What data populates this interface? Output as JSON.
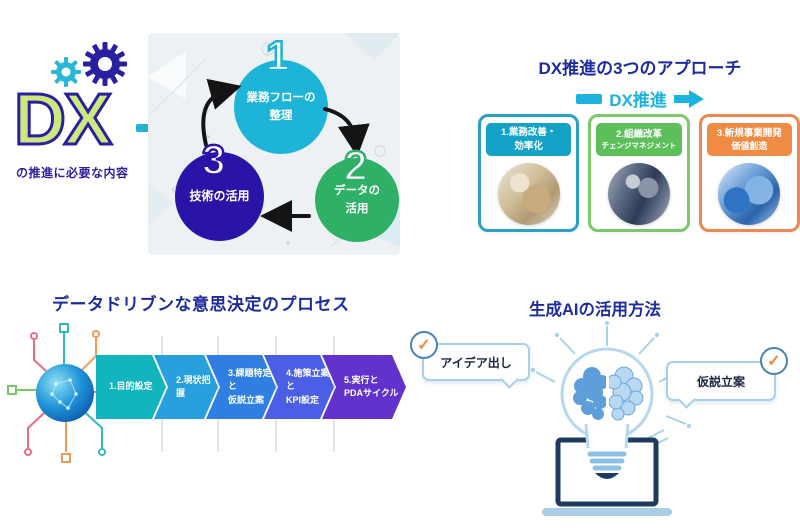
{
  "logo": {
    "title": "DX",
    "subtitle": "の推進に必要な内容",
    "letter_fill": "#cde97d",
    "outline_color": "#2a1fa0",
    "gear_small_color": "#29b6d8",
    "gear_large_color": "#2a1fa0"
  },
  "cycle": {
    "steps": [
      {
        "num": "1",
        "label": "業務フローの\n整理",
        "color": "#1db4d8"
      },
      {
        "num": "2",
        "label": "データの\n活用",
        "color": "#2eb166"
      },
      {
        "num": "3",
        "label": "技術の活用",
        "color": "#2a14a8"
      }
    ]
  },
  "approaches": {
    "title": "DX推進の3つのアプローチ",
    "arrow_label": "DX推進",
    "arrow_color": "#1cb2dd",
    "cards": [
      {
        "title": "1.業務改善・\n効率化",
        "subtitle": "",
        "border": "#2da0c4",
        "header_bg": "#14a3c7",
        "image": "hands-working-photo"
      },
      {
        "title": "2.組織改革",
        "subtitle": "チェンジマネジメント",
        "border": "#7cc96c",
        "header_bg": "#5cbf5a",
        "image": "business-team-photo"
      },
      {
        "title": "3.新規事業開発",
        "subtitle": "価値創造",
        "border": "#ea8a52",
        "header_bg": "#ef8b43",
        "image": "digital-handshake-photo"
      }
    ]
  },
  "process": {
    "title": "データドリブンな意思決定のプロセス",
    "steps": [
      {
        "label": "1.目的設定",
        "color": "#12b5bd"
      },
      {
        "label": "2.現状把握",
        "color": "#28a0dd"
      },
      {
        "label": "3.課題特定と\n仮説立案",
        "color": "#2f7ee2"
      },
      {
        "label": "4.施策立案と\nKPI設定",
        "color": "#4a5ee6"
      },
      {
        "label": "5.実行と\nPDAサイクル",
        "color": "#6233cc"
      }
    ]
  },
  "genai": {
    "title": "生成AIの活用方法",
    "check": "✓",
    "check_color": "#ee8a3d",
    "bubbles": [
      {
        "label": "アイデア出し"
      },
      {
        "label": "仮説立案"
      }
    ]
  },
  "colors": {
    "title_navy": "#1e2b9e",
    "panel_bg": "#eef1f3",
    "bubble_border": "#a9d0ea"
  }
}
